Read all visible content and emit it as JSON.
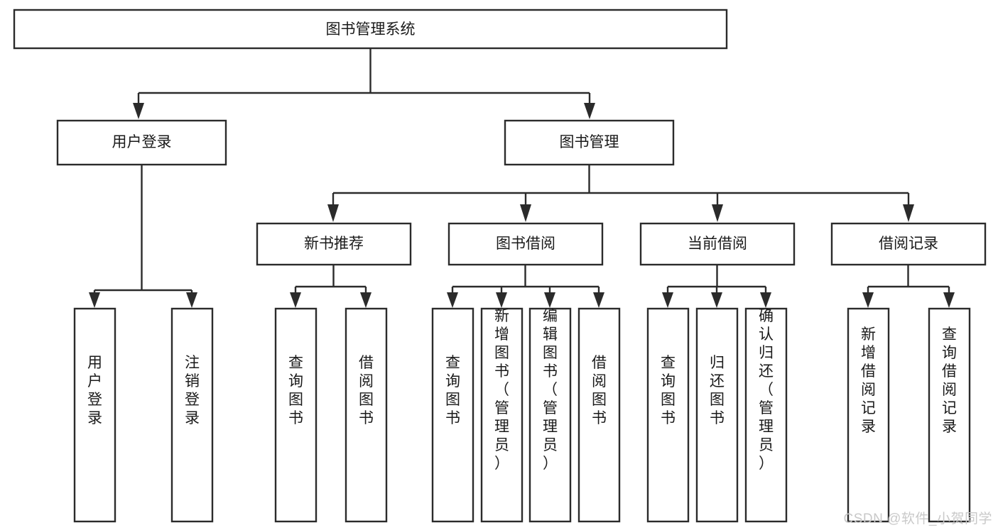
{
  "diagram": {
    "type": "tree-hierarchy-flowchart",
    "title": "图书管理系统",
    "watermark": "CSDN @软件_小贺同学",
    "colors": {
      "box_fill": "#ffffff",
      "box_stroke": "#2b2b2b",
      "text": "#1a1a1a",
      "background": "#ffffff",
      "watermark": "#c9c9c9"
    },
    "levels": {
      "root": {
        "label": "图书管理系统"
      },
      "level2": [
        {
          "label": "用户登录"
        },
        {
          "label": "图书管理"
        }
      ],
      "level3": [
        {
          "label": "新书推荐"
        },
        {
          "label": "图书借阅"
        },
        {
          "label": "当前借阅"
        },
        {
          "label": "借阅记录"
        }
      ],
      "leaves": [
        {
          "label": "用户登录",
          "parent": "用户登录"
        },
        {
          "label": "注销登录",
          "parent": "用户登录"
        },
        {
          "label": "查询图书",
          "parent": "新书推荐"
        },
        {
          "label": "借阅图书",
          "parent": "新书推荐"
        },
        {
          "label": "查询图书",
          "parent": "图书借阅"
        },
        {
          "label": "新增图书（管理员）",
          "parent": "图书借阅"
        },
        {
          "label": "编辑图书（管理员）",
          "parent": "图书借阅"
        },
        {
          "label": "借阅图书",
          "parent": "图书借阅"
        },
        {
          "label": "查询图书",
          "parent": "当前借阅"
        },
        {
          "label": "归还图书",
          "parent": "当前借阅"
        },
        {
          "label": "确认归还（管理员）",
          "parent": "当前借阅"
        },
        {
          "label": "新增借阅记录",
          "parent": "借阅记录"
        },
        {
          "label": "查询借阅记录",
          "parent": "借阅记录"
        }
      ]
    }
  }
}
